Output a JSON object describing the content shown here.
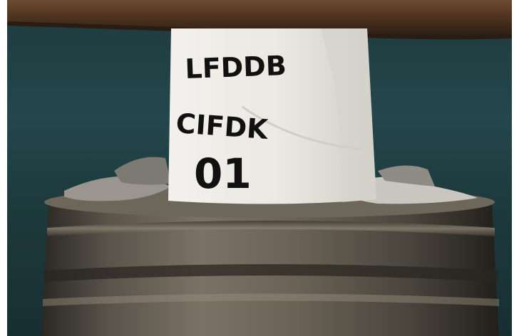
{
  "specimen": {
    "line1": "LFDDB",
    "line2": "CIFDK",
    "line3": "01"
  },
  "colors": {
    "background": "#24474b",
    "platen": "#5a3a22",
    "rock": "#ece9e4",
    "ink": "#111111",
    "steel": "#4b463f"
  }
}
